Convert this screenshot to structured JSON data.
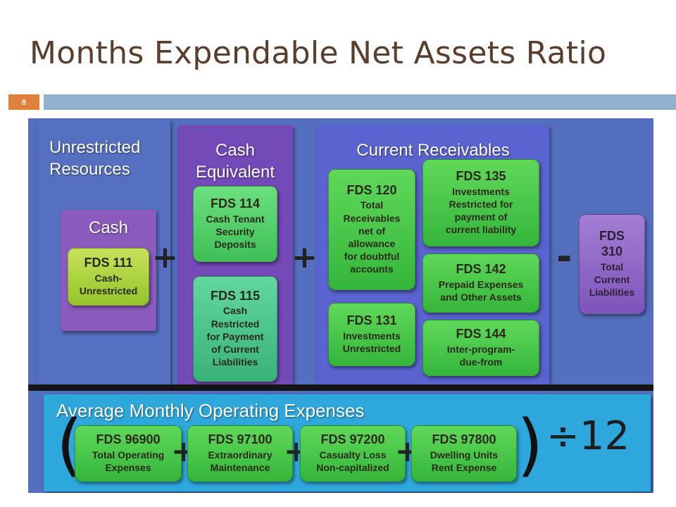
{
  "slide": {
    "title": "Months Expendable Net Assets Ratio",
    "page_number": "8"
  },
  "unrestricted": {
    "title_line1": "Unrestricted",
    "title_line2": "Resources"
  },
  "cash": {
    "title": "Cash",
    "fds111": {
      "code": "FDS 111",
      "desc_line1": "Cash-",
      "desc_line2": "Unrestricted"
    }
  },
  "cash_equivalent": {
    "title_line1": "Cash",
    "title_line2": "Equivalent",
    "fds114": {
      "code": "FDS 114",
      "desc_line1": "Cash Tenant",
      "desc_line2": "Security",
      "desc_line3": "Deposits"
    },
    "fds115": {
      "code": "FDS 115",
      "desc_line1": "Cash",
      "desc_line2": "Restricted",
      "desc_line3": "for Payment",
      "desc_line4": "of Current",
      "desc_line5": "Liabilities"
    }
  },
  "current_receivables": {
    "title": "Current Receivables",
    "fds120": {
      "code": "FDS 120",
      "desc_line1": "Total",
      "desc_line2": "Receivables",
      "desc_line3": "net of",
      "desc_line4": "allowance",
      "desc_line5": "for doubtful",
      "desc_line6": "accounts"
    },
    "fds135": {
      "code": "FDS 135",
      "desc_line1": "Investments",
      "desc_line2": "Restricted for",
      "desc_line3": "payment of",
      "desc_line4": "current liability"
    },
    "fds131": {
      "code": "FDS 131",
      "desc_line1": "Investments",
      "desc_line2": "Unrestricted"
    },
    "fds142": {
      "code": "FDS 142",
      "desc_line1": "Prepaid Expenses",
      "desc_line2": "and Other Assets"
    },
    "fds144": {
      "code": "FDS 144",
      "desc_line1": "Inter-program-",
      "desc_line2": "due-from"
    }
  },
  "liabilities": {
    "fds310": {
      "code_line1": "FDS",
      "code_line2": "310",
      "desc_line1": "Total",
      "desc_line2": "Current",
      "desc_line3": "Liabilities"
    }
  },
  "operators": {
    "plus": "+",
    "minus": "-",
    "open_paren": "(",
    "close_paren": ")",
    "divide": "÷",
    "divisor": "12"
  },
  "operating_expenses": {
    "title": "Average Monthly Operating Expenses",
    "fds96900": {
      "code": "FDS 96900",
      "desc_line1": "Total Operating",
      "desc_line2": "Expenses"
    },
    "fds97100": {
      "code": "FDS 97100",
      "desc_line1": "Extraordinary",
      "desc_line2": "Maintenance"
    },
    "fds97200": {
      "code": "FDS 97200",
      "desc_line1": "Casualty Loss",
      "desc_line2": "Non-capitalized"
    },
    "fds97800": {
      "code": "FDS 97800",
      "desc_line1": "Dwelling Units",
      "desc_line2": "Rent Expense"
    }
  },
  "colors": {
    "title": "#5a3d2b",
    "accent_orange": "#e0823e",
    "title_bar": "#93b1cf",
    "diagram_bg": "#536fbd",
    "cash_equiv_panel": "#7449b8",
    "receivables_panel": "#5a63cf",
    "bottom_band": "#2ea8dc",
    "lime_box": "#b5d646",
    "green_box": "#4fcc66",
    "purple_box": "#9468c8"
  }
}
